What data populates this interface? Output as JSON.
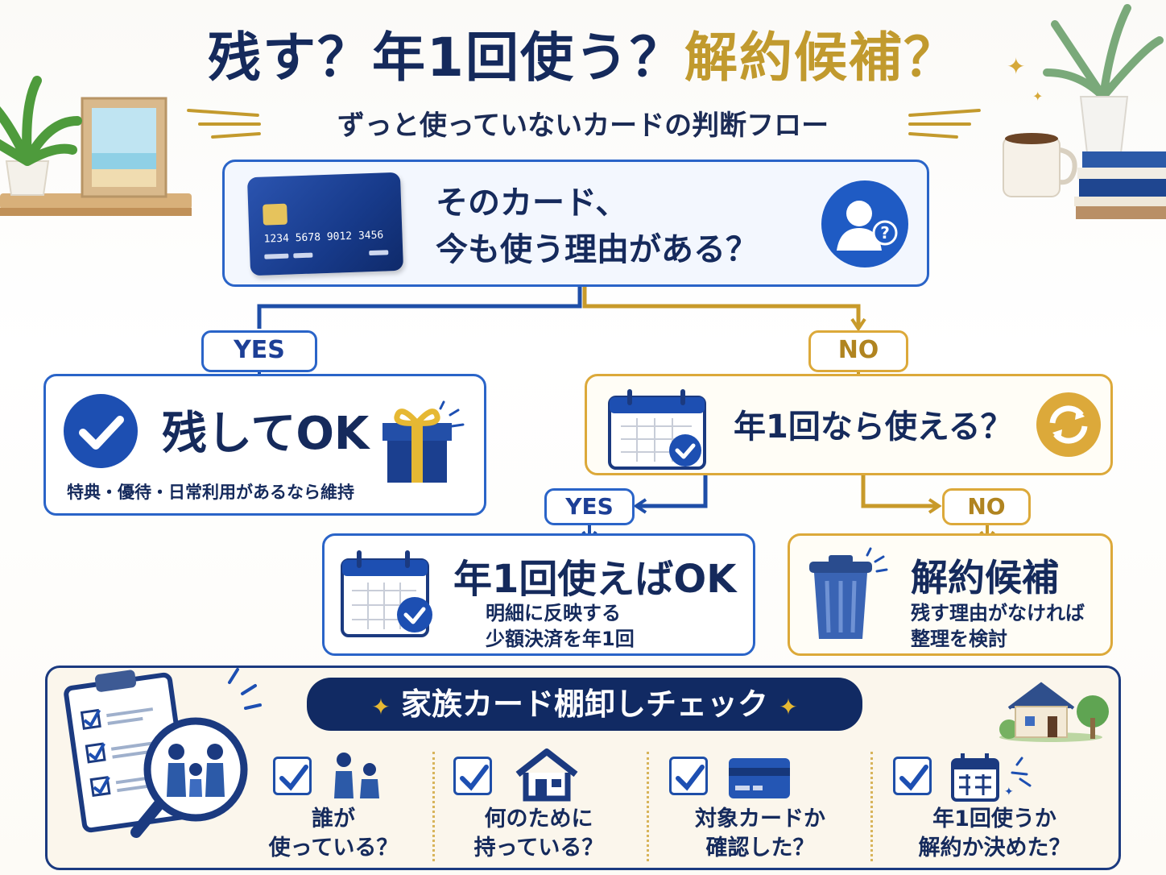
{
  "title": {
    "part1": "残す？年1回使う？",
    "part2": "解約候補？"
  },
  "subtitle": "ずっと使っていないカードの判断フロー",
  "card": {
    "number": "1234 5678 9012 3456"
  },
  "question1": {
    "line1": "そのカード、",
    "line2": "今も使う理由がある？"
  },
  "branch1": {
    "yes_label": "YES",
    "no_label": "NO"
  },
  "keep": {
    "title": "残してOK",
    "desc": "特典・優待・日常利用があるなら維持"
  },
  "question2": {
    "text": "年1回なら使える？"
  },
  "branch2": {
    "yes_label": "YES",
    "no_label": "NO"
  },
  "yearly": {
    "title": "年1回使えばOK",
    "line1": "明細に反映する",
    "line2": "少額決済を年1回"
  },
  "cancel": {
    "title": "解約候補",
    "line1": "残す理由がなければ",
    "line2": "整理を検討"
  },
  "checklist": {
    "title": "家族カード棚卸しチェック",
    "items": [
      {
        "line1": "誰が",
        "line2": "使っている？",
        "icon": "family-icon"
      },
      {
        "line1": "何のために",
        "line2": "持っている？",
        "icon": "house-icon"
      },
      {
        "line1": "対象カードか",
        "line2": "確認した？",
        "icon": "card-icon"
      },
      {
        "line1": "年1回使うか",
        "line2": "解約か決めた？",
        "icon": "calendar-icon"
      }
    ]
  },
  "colors": {
    "navy": "#152a5c",
    "blue": "#2a64c8",
    "gold": "#dca93a"
  }
}
